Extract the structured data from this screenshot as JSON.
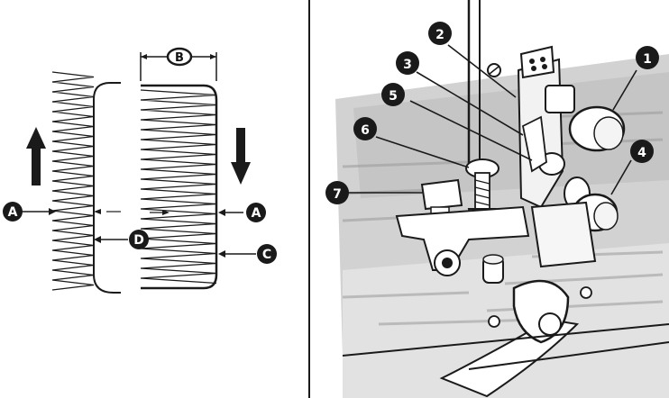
{
  "left_diagram": {
    "labels": {
      "A_left": "A",
      "A_right": "A",
      "B": "B",
      "C": "C",
      "D": "D"
    },
    "arrows": {
      "left_direction": "up",
      "right_direction": "down"
    }
  },
  "right_diagram": {
    "callouts": {
      "c1": "1",
      "c2": "2",
      "c3": "3",
      "c4": "4",
      "c5": "5",
      "c6": "6",
      "c7": "7"
    }
  },
  "colors": {
    "ink": "#1a1a1a",
    "paper": "#ffffff",
    "photo_gray": "#c9c9c9"
  }
}
